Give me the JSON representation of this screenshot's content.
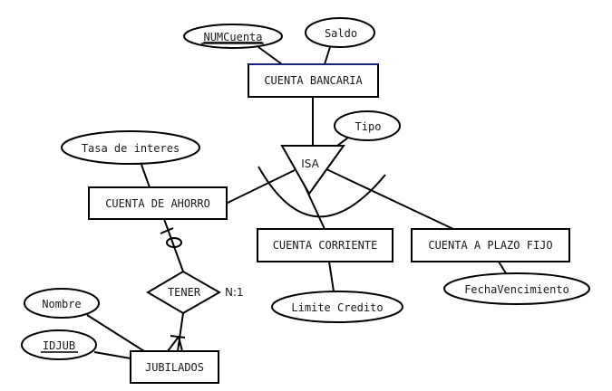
{
  "entities": {
    "cuenta_bancaria": "CUENTA BANCARIA",
    "cuenta_ahorro": "CUENTA DE AHORRO",
    "cuenta_corriente": "CUENTA CORRIENTE",
    "cuenta_plazo_fijo": "CUENTA A PLAZO FIJO",
    "jubilados": "JUBILADOS"
  },
  "attributes": {
    "num_cuenta": "NUMCuenta",
    "saldo": "Saldo",
    "tipo": "Tipo",
    "tasa_interes": "Tasa de interes",
    "limite_credito": "Limite Credito",
    "fecha_vencimiento": "FechaVencimiento",
    "nombre": "Nombre",
    "idjub": "IDJUB"
  },
  "isa": {
    "label": "ISA"
  },
  "relationship": {
    "name": "TENER",
    "cardinality": "N:1"
  }
}
